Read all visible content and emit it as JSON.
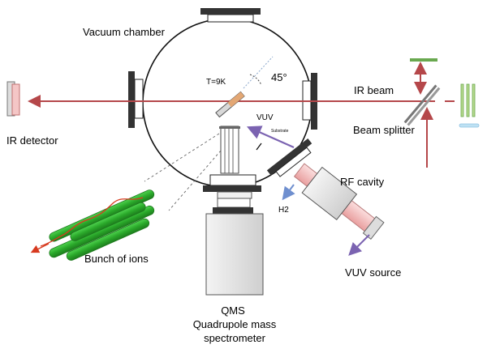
{
  "labels": {
    "vacuum_chamber": "Vacuum chamber",
    "ir_detector": "IR detector",
    "ir_beam": "IR beam",
    "beam_splitter": "Beam splitter",
    "temperature": "T=9K",
    "angle": "45°",
    "vuv": "VUV",
    "sample_label": "Substrate",
    "rf_cavity": "RF cavity",
    "h2": "H2",
    "bunch_of_ions": "Bunch of ions",
    "vuv_source": "VUV source",
    "qms": "QMS",
    "qms_line1": "Quadrupole mass",
    "qms_line2": "spectrometer"
  },
  "colors": {
    "ir_beam": "#b5474a",
    "vuv_arrow": "#7b63b1",
    "h2_arrow": "#6f8fcf",
    "ion_tube": "#2db52d",
    "ion_path": "#d73a1f",
    "rf_tube": "#f1b9b9",
    "mirror_green": "#69a84f",
    "mirror_blue": "#8fc3e3"
  }
}
